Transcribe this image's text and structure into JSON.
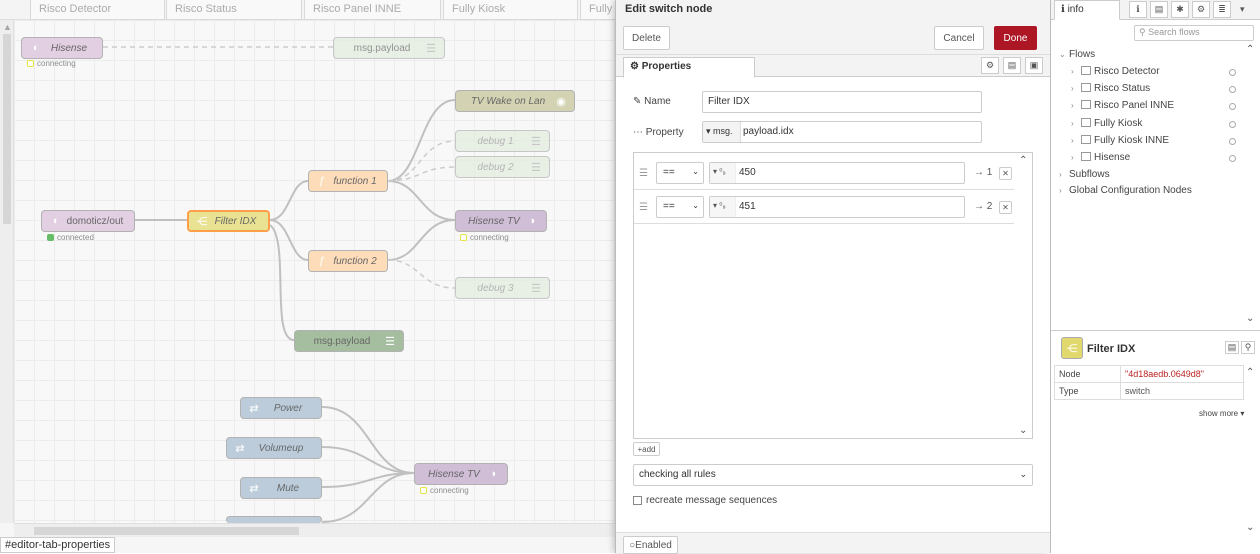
{
  "flow_tabs": [
    "Risco Detector",
    "Risco Status",
    "Risco Panel INNE",
    "Fully Kiosk",
    "Fully"
  ],
  "nodes": {
    "hisense_top": "Hisense",
    "hisense_top_status": "connecting",
    "msg_payload_top": "msg.payload",
    "tv_wake": "TV Wake on Lan",
    "debug1": "debug 1",
    "debug2": "debug 2",
    "debug3": "debug 3",
    "domoticz": "domoticz/out",
    "domoticz_status": "connected",
    "filter_idx": "Filter IDX",
    "function1": "function 1",
    "function2": "function 2",
    "hisense_tv": "Hisense TV",
    "hisense_tv_status": "connecting",
    "msg_payload": "msg.payload",
    "power": "Power",
    "volumeup": "Volumeup",
    "mute": "Mute",
    "hisense_tv2": "Hisense TV",
    "hisense_tv2_status": "connecting"
  },
  "statusbar": "#editor-tab-properties",
  "tray": {
    "title": "Edit switch node",
    "delete": "Delete",
    "cancel": "Cancel",
    "done": "Done",
    "properties_tab": "Properties",
    "name_label": "Name",
    "name_value": "Filter IDX",
    "property_label": "Property",
    "property_prefix": "msg.",
    "property_value": "payload.idx",
    "rules": [
      {
        "op": "==",
        "type": "0",
        "value": "450",
        "out": "1"
      },
      {
        "op": "==",
        "type": "0",
        "value": "451",
        "out": "2"
      }
    ],
    "add": "add",
    "check_mode": "checking all rules",
    "recreate": "recreate message sequences",
    "enabled": "Enabled"
  },
  "sidebar": {
    "tab": "info",
    "search_placeholder": "Search flows",
    "flows_label": "Flows",
    "flows": [
      "Risco Detector",
      "Risco Status",
      "Risco Panel INNE",
      "Fully Kiosk",
      "Fully Kiosk INNE",
      "Hisense"
    ],
    "subflows": "Subflows",
    "global": "Global Configuration Nodes",
    "node_title": "Filter IDX",
    "props": [
      {
        "key": "Node",
        "value": "\"4d18aedb.0649d8\""
      },
      {
        "key": "Type",
        "value": "switch"
      }
    ],
    "show_more": "show more"
  },
  "colors": {
    "done": "#ad1625",
    "function_node": "#fdd0a2",
    "switch_node": "#e2d96e",
    "debug_node": "#87a980",
    "mqtt_node": "#d8bfd8",
    "hisense_node": "#c0a8c8",
    "link_node": "#a6bbcf"
  }
}
